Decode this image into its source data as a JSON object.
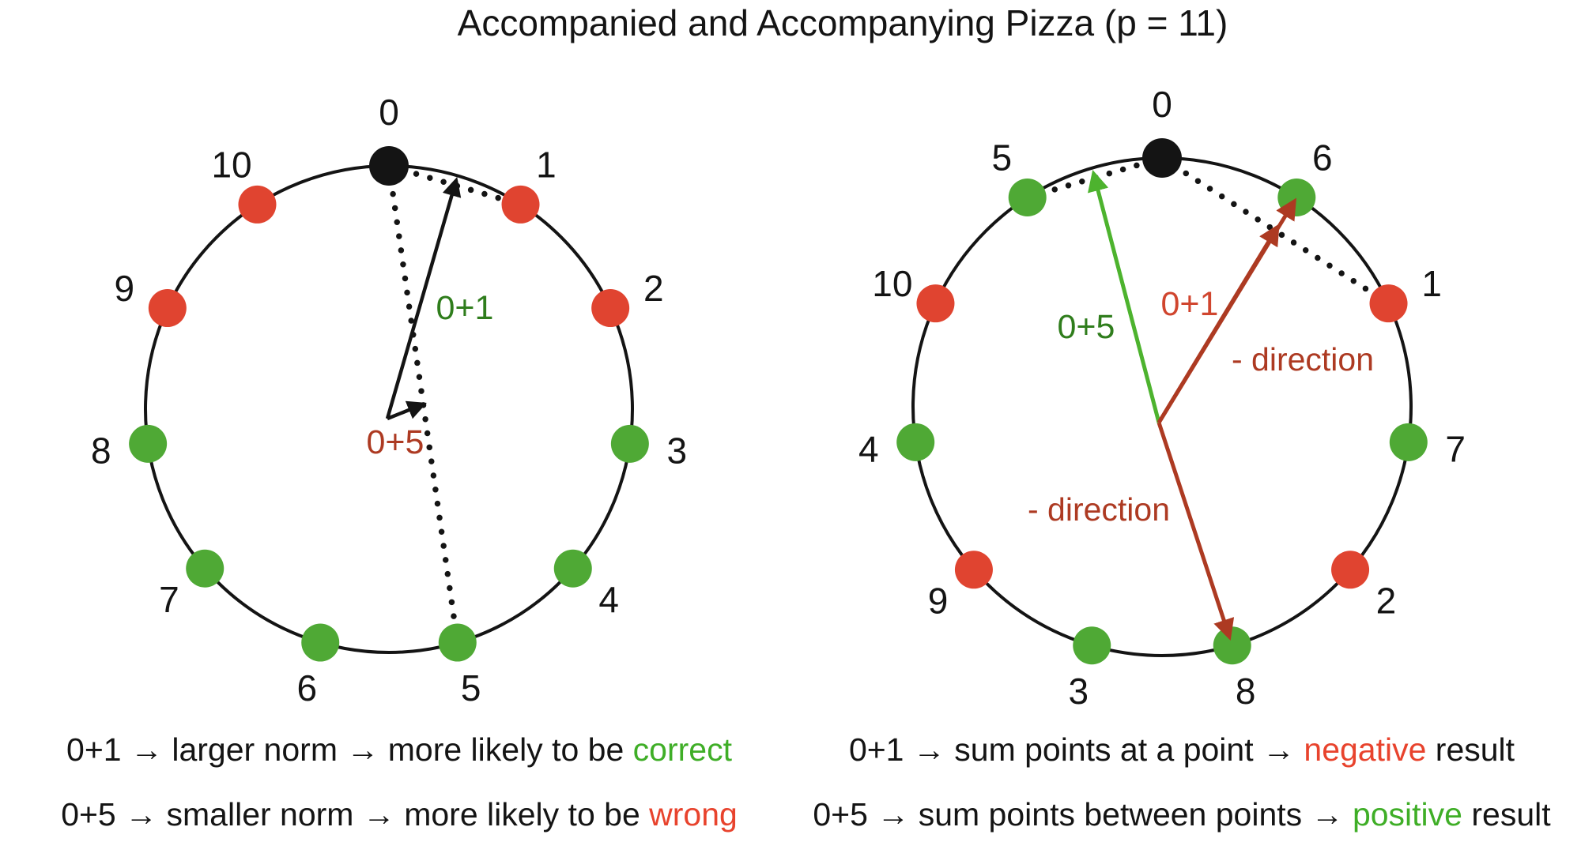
{
  "title": "Accompanied and Accompanying Pizza (p = 11)",
  "palette": {
    "ink": "#141414",
    "dot_black": "#141414",
    "dot_red": "#e04430",
    "dot_green": "#4fa935",
    "arrow_black": "#141414",
    "arrow_dark_red": "#ad3a22",
    "arrow_green": "#4db32e",
    "label_green": "#2f7d1c",
    "label_red": "#d0452e",
    "note_green": "#3fae27",
    "note_red": "#e8432d"
  },
  "diagrams": {
    "left": {
      "points": [
        {
          "label": "0",
          "color": "dot_black"
        },
        {
          "label": "1",
          "color": "dot_red"
        },
        {
          "label": "2",
          "color": "dot_red"
        },
        {
          "label": "3",
          "color": "dot_green"
        },
        {
          "label": "4",
          "color": "dot_green"
        },
        {
          "label": "5",
          "color": "dot_green"
        },
        {
          "label": "6",
          "color": "dot_green"
        },
        {
          "label": "7",
          "color": "dot_green"
        },
        {
          "label": "8",
          "color": "dot_green"
        },
        {
          "label": "9",
          "color": "dot_red"
        },
        {
          "label": "10",
          "color": "dot_red"
        }
      ],
      "dotted_chords": [
        [
          "0",
          "1"
        ],
        [
          "0",
          "5"
        ]
      ],
      "arrows": [
        {
          "id": "left-sum-0-1-arrow",
          "color": "arrow_black",
          "target": {
            "type": "chord_mid",
            "a": "0",
            "b": "1",
            "overshoot": 6
          }
        },
        {
          "id": "left-sum-0-5-arrow",
          "color": "arrow_black",
          "target": {
            "type": "chord_mid",
            "a": "0",
            "b": "5",
            "overshoot": 0
          }
        }
      ],
      "annotations": [
        {
          "id": "left-sum-0-1-label",
          "text": "0+1",
          "color": "label_green"
        },
        {
          "id": "left-sum-0-5-label",
          "text": "0+5",
          "color": "arrow_dark_red"
        }
      ]
    },
    "right": {
      "points": [
        {
          "label": "0",
          "color": "dot_black"
        },
        {
          "label": "6",
          "color": "dot_green"
        },
        {
          "label": "1",
          "color": "dot_red"
        },
        {
          "label": "7",
          "color": "dot_green"
        },
        {
          "label": "2",
          "color": "dot_red"
        },
        {
          "label": "8",
          "color": "dot_green"
        },
        {
          "label": "3",
          "color": "dot_green"
        },
        {
          "label": "9",
          "color": "dot_red"
        },
        {
          "label": "4",
          "color": "dot_green"
        },
        {
          "label": "10",
          "color": "dot_red"
        },
        {
          "label": "5",
          "color": "dot_green"
        }
      ],
      "dotted_chords": [
        [
          "5",
          "0"
        ],
        [
          "0",
          "1"
        ]
      ],
      "arrows": [
        {
          "id": "right-sum-0-5-arrow",
          "color": "arrow_green",
          "target": {
            "type": "chord_mid",
            "a": "5",
            "b": "0",
            "overshoot": 5
          }
        },
        {
          "id": "right-sum-0-1-mid-arrow",
          "color": "arrow_dark_red",
          "target": {
            "type": "chord_mid",
            "a": "0",
            "b": "1",
            "overshoot": 5
          }
        },
        {
          "id": "right-sum-0-1-end-arrow",
          "color": "arrow_dark_red",
          "target": {
            "type": "point",
            "p": "6",
            "overshoot": -6
          }
        },
        {
          "id": "right-neg-dir-arrow",
          "color": "arrow_dark_red",
          "target": {
            "type": "point",
            "p": "8",
            "overshoot": -12
          }
        }
      ],
      "annotations": [
        {
          "id": "right-sum-0-5-label",
          "text": "0+5",
          "color": "label_green"
        },
        {
          "id": "right-sum-0-1-label",
          "text": "0+1",
          "color": "label_red"
        },
        {
          "id": "right-dir-up-label",
          "text": "- direction",
          "color": "arrow_dark_red"
        },
        {
          "id": "right-dir-down-label",
          "text": "- direction",
          "color": "arrow_dark_red"
        }
      ]
    }
  },
  "notes": {
    "left": [
      {
        "segments": [
          {
            "text": "0+1 → larger norm → more likely to be ",
            "color": "ink"
          },
          {
            "text": "correct",
            "color": "note_green"
          }
        ]
      },
      {
        "segments": [
          {
            "text": "0+5 → smaller norm → more likely to be ",
            "color": "ink"
          },
          {
            "text": "wrong",
            "color": "note_red"
          }
        ]
      }
    ],
    "right": [
      {
        "segments": [
          {
            "text": "0+1 → sum points at a point → ",
            "color": "ink"
          },
          {
            "text": "negative",
            "color": "note_red"
          },
          {
            "text": " result",
            "color": "ink"
          }
        ]
      },
      {
        "segments": [
          {
            "text": "0+5 → sum points between points → ",
            "color": "ink"
          },
          {
            "text": "positive",
            "color": "note_green"
          },
          {
            "text": " result",
            "color": "ink"
          }
        ]
      }
    ]
  }
}
